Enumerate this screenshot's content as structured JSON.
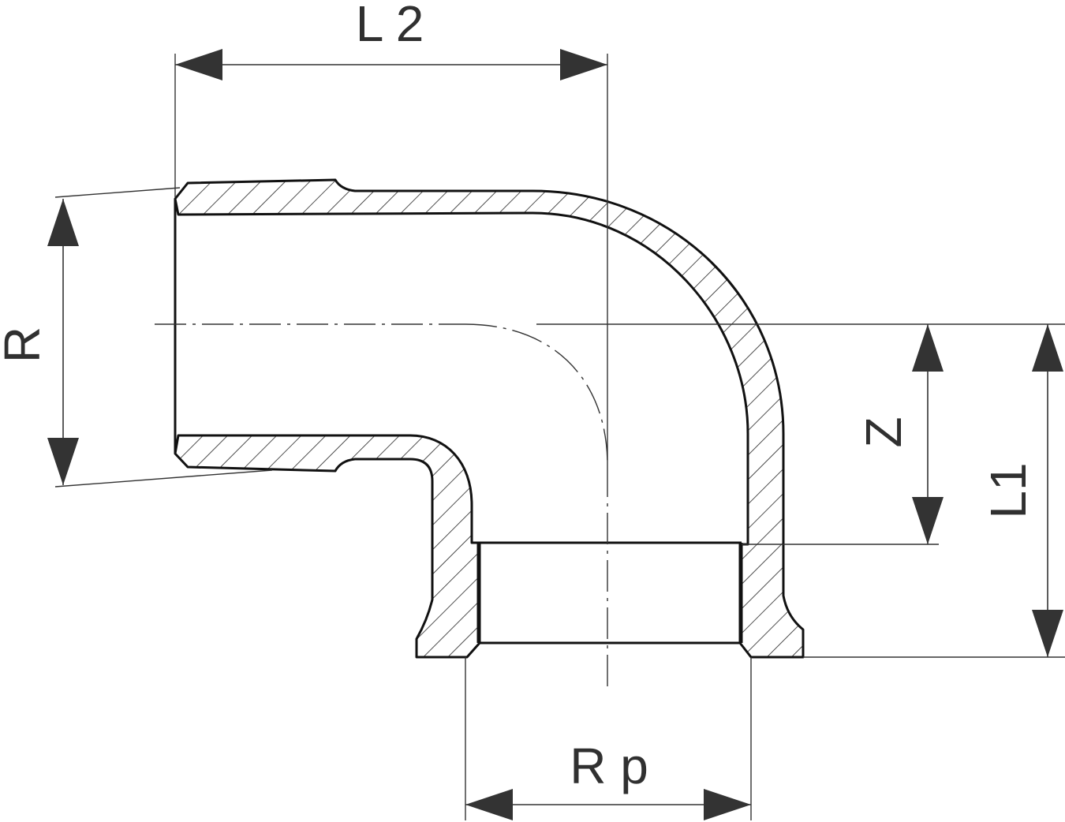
{
  "diagram": {
    "labels": {
      "l2": "L 2",
      "r": "R",
      "z": "Z",
      "l1": "L1",
      "rp": "R p"
    },
    "colors": {
      "outline": "#111111",
      "dimension": "#333333",
      "hatch": "#222222",
      "background": "#ffffff"
    }
  }
}
